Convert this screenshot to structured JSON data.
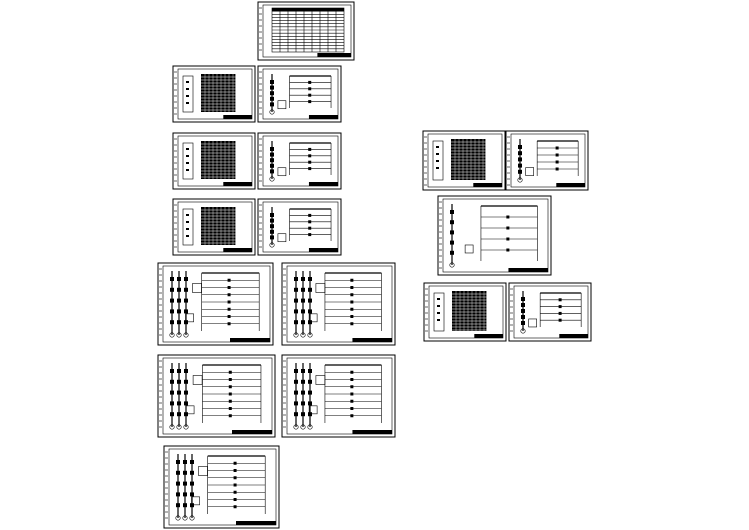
{
  "drawing_set": {
    "background": "#ffffff",
    "ink": "#000000",
    "sheet_kinds": [
      "index-table",
      "elevation",
      "schematic",
      "wiring"
    ]
  }
}
